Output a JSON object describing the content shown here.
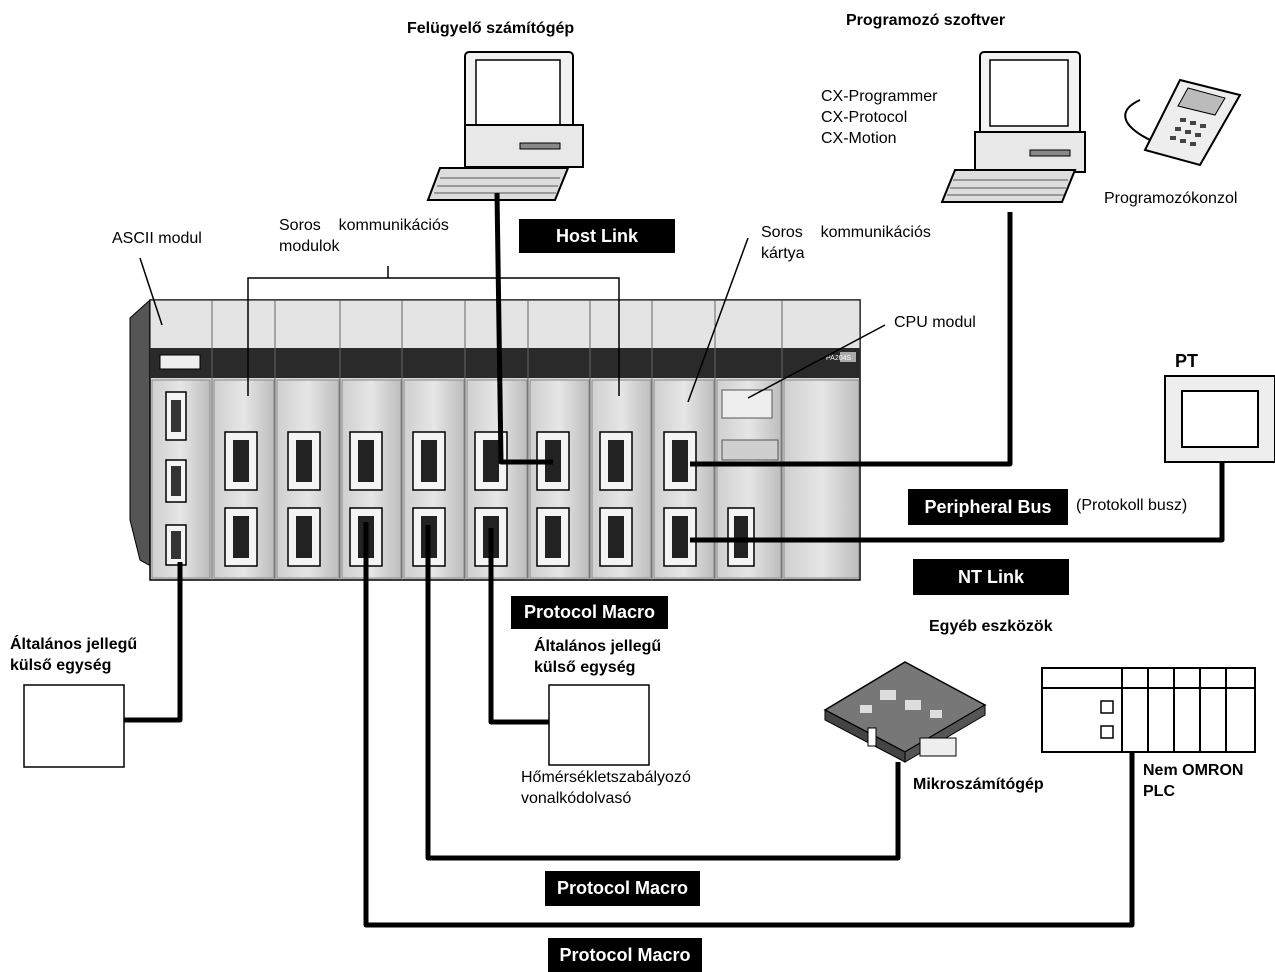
{
  "labels": {
    "supervisor": "Felügyelő számítógép",
    "prog_software": "Programozó szoftver",
    "cx_programmer": "CX-Programmer",
    "cx_protocol": "CX-Protocol",
    "cx_motion": "CX-Motion",
    "prog_console": "Programozókonzol",
    "ascii_module": "ASCII modul",
    "serial_modules_1": "Soros    kommunikációs",
    "serial_modules_2": "modulok",
    "serial_card_1": "Soros    kommunikációs",
    "serial_card_2": "kártya",
    "cpu_module": "CPU modul",
    "pt": "PT",
    "protocol_bus": "(Protokoll busz)",
    "general_left_1": "Általános jellegű",
    "general_left_2": "külső egység",
    "general_mid_1": "Általános jellegű",
    "general_mid_2": "külső egység",
    "temp_1": "Hőmérsékletszabályozó",
    "temp_2": "vonalkódolvasó",
    "other_devices": "Egyéb eszközök",
    "microcomputer": "Mikroszámítógép",
    "non_omron_1": "Nem OMRON",
    "non_omron_2": "PLC"
  },
  "tags": {
    "host_link": "Host Link",
    "peripheral_bus": "Peripheral Bus",
    "nt_link": "NT Link",
    "protocol_macro_1": "Protocol Macro",
    "protocol_macro_2": "Protocol Macro",
    "protocol_macro_3": "Protocol Macro"
  },
  "plc_labels": {
    "model": "PA204S"
  }
}
